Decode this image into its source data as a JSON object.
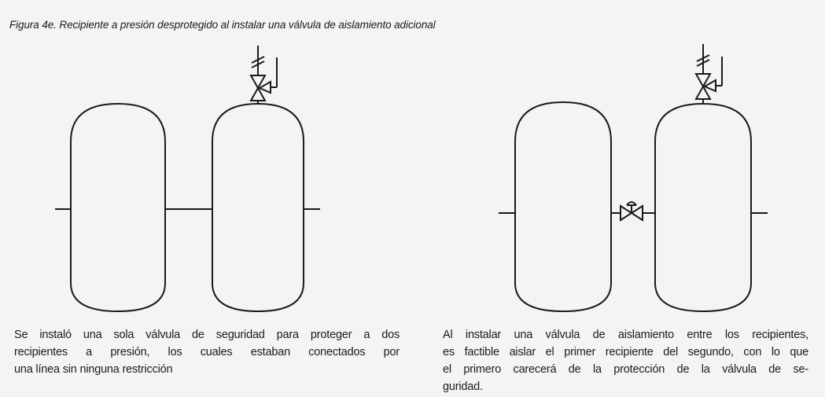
{
  "caption": "Figura 4e. Recipiente a presión desprotegido al instalar una válvula de aislamiento adicional",
  "left_panel": {
    "description_lines": [
      "Se instaló una sola válvula de seguridad para proteger a dos",
      "recipientes a presión, los cuales estaban conectados por",
      "una línea sin ninguna restricción"
    ]
  },
  "right_panel": {
    "description_lines": [
      "Al instalar una válvula de aislamiento entre los recipientes,",
      "es factible aislar el primer recipiente del segundo, con lo que",
      "el primero carecerá de la protección de la válvula de se-",
      "guridad."
    ]
  },
  "colors": {
    "background": "#f4f5f3",
    "stroke": "#1a1a1a"
  }
}
